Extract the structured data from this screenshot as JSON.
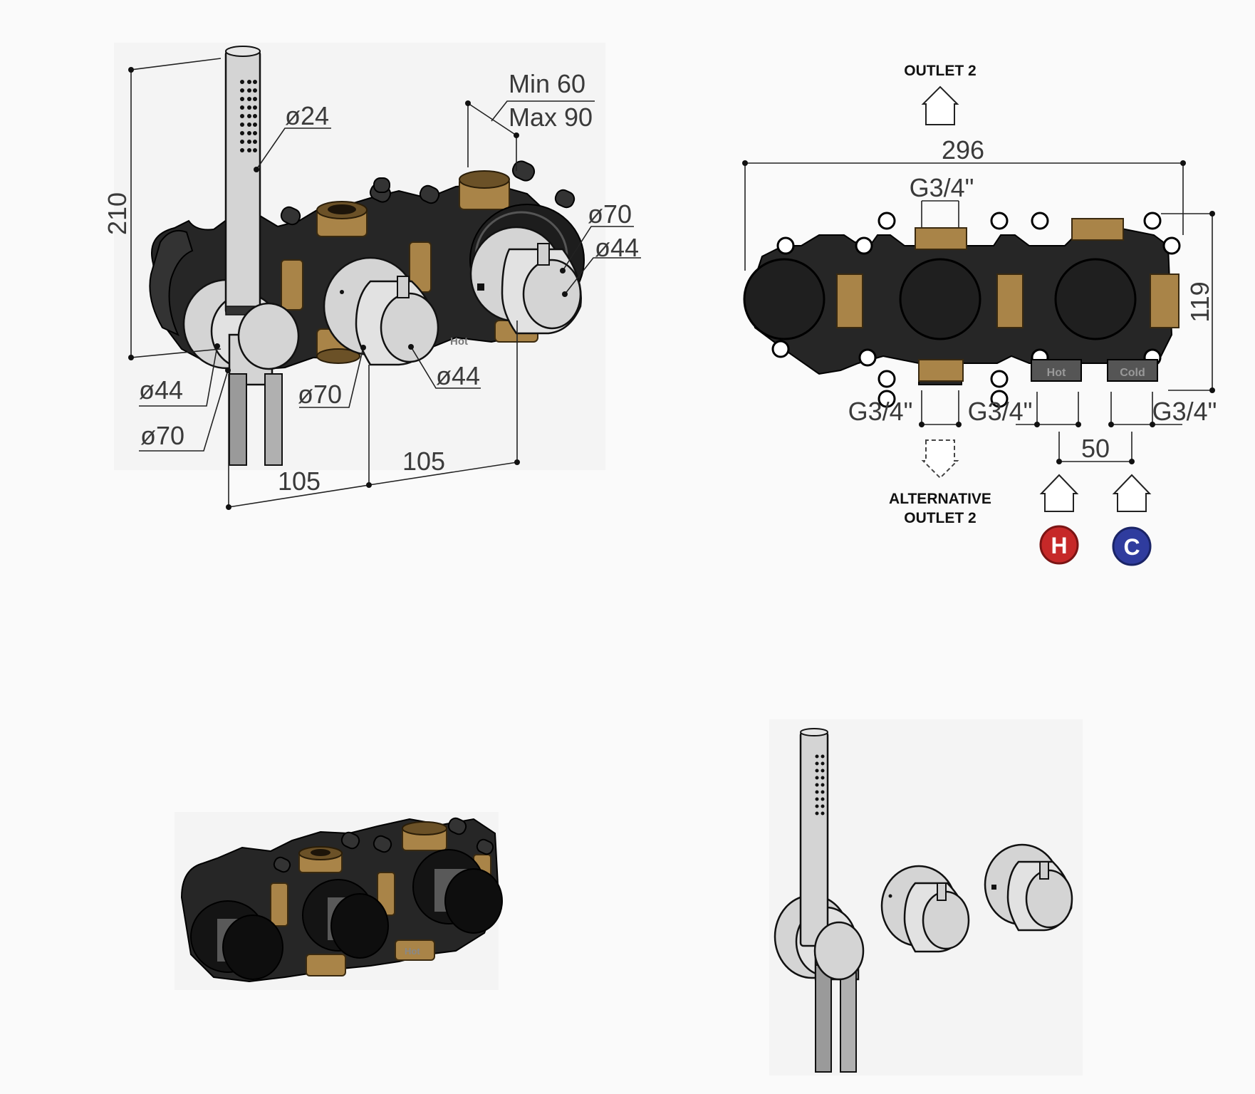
{
  "colors": {
    "hot": "#c62828",
    "cold": "#2f3c9e",
    "body": "#262626",
    "brass": "#a98448",
    "chrome": "#d4d4d4"
  },
  "top_left": {
    "height_label": "210",
    "hand_shower_dia": "ø24",
    "depth_min": "Min 60",
    "depth_max": "Max 90",
    "right_outer_dia": "ø70",
    "right_knob_dia": "ø44",
    "left_knob_dia": "ø44",
    "left_outer_dia": "ø70",
    "mid_outer_dia": "ø70",
    "mid_knob_dia": "ø44",
    "spacing_left": "105",
    "spacing_right": "105"
  },
  "top_right": {
    "outlet_top_label": "OUTLET 2",
    "width_label": "296",
    "thread_top": "G3/4\"",
    "height_label": "119",
    "thread_bottom_left": "G3/4\"",
    "thread_bottom_mid": "G3/4\"",
    "thread_bottom_right": "G3/4\"",
    "inlet_spacing": "50",
    "alt_outlet_line1": "ALTERNATIVE",
    "alt_outlet_line2": "OUTLET 2",
    "hot_port_label": "Hot",
    "cold_port_label": "Cold",
    "hot_badge": "H",
    "cold_badge": "C"
  },
  "bottom_left": {
    "hot_port_label": "Hot"
  }
}
